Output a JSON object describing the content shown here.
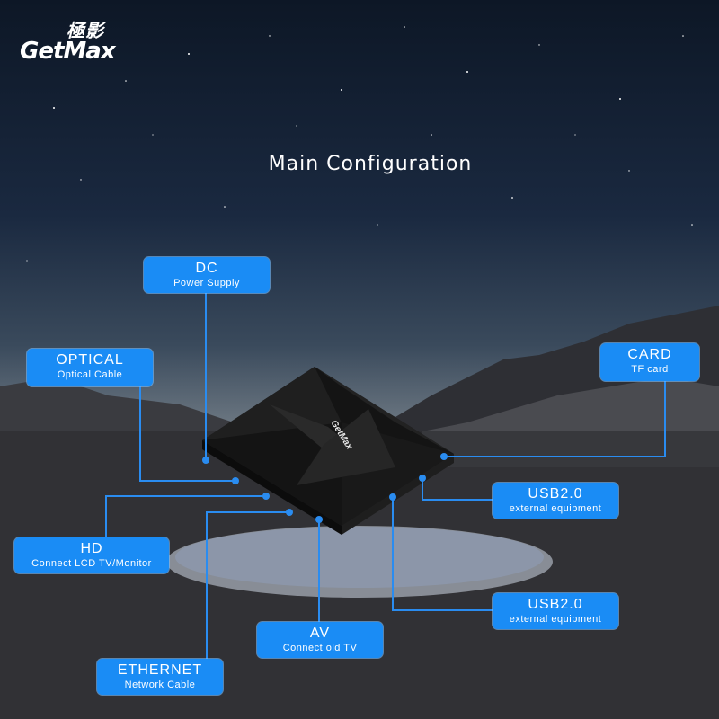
{
  "logo": {
    "chinese": "極影",
    "brand": "GetMax"
  },
  "title": "Main Configuration",
  "ports": {
    "dc": {
      "name": "DC",
      "desc": "Power Supply"
    },
    "optical": {
      "name": "OPTICAL",
      "desc": "Optical Cable"
    },
    "card": {
      "name": "CARD",
      "desc": "TF card"
    },
    "usb1": {
      "name": "USB2.0",
      "desc": "external equipment"
    },
    "hd": {
      "name": "HD",
      "desc": "Connect LCD TV/Monitor"
    },
    "usb2": {
      "name": "USB2.0",
      "desc": "external equipment"
    },
    "av": {
      "name": "AV",
      "desc": "Connect old TV"
    },
    "ethernet": {
      "name": "ETHERNET",
      "desc": "Network Cable"
    }
  },
  "colors": {
    "label_bg": "#1a8cf5",
    "line": "#2a8cf0",
    "device": "#141414"
  }
}
